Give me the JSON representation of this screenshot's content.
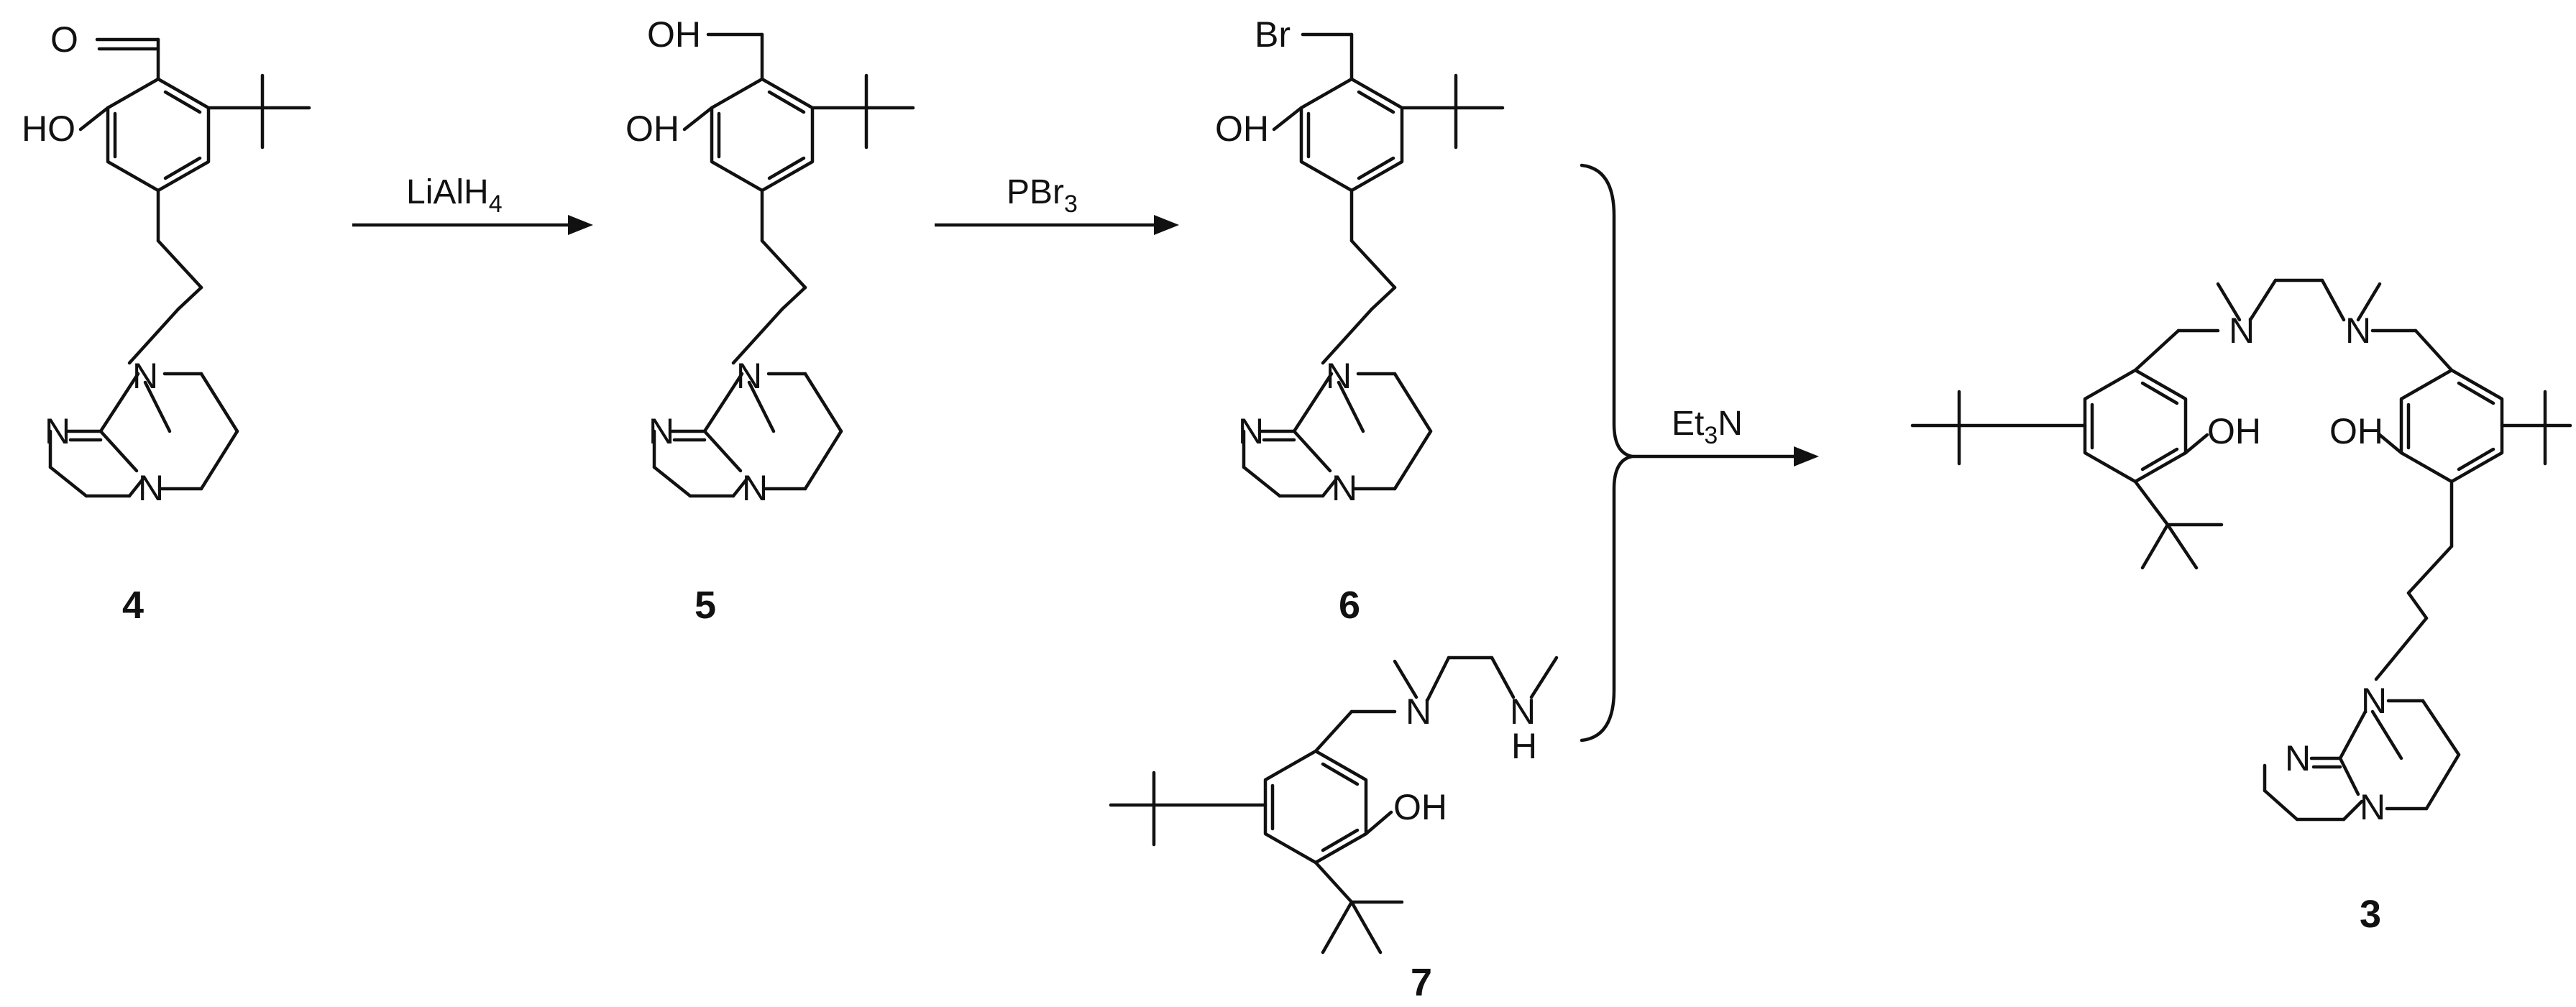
{
  "scheme": {
    "compounds": [
      {
        "id": "4",
        "label": "4",
        "atoms": {
          "aldehyde_O": "O",
          "phenol": "HO",
          "n_amine": "N",
          "n_imine": "N",
          "n_ring": "N"
        }
      },
      {
        "id": "5",
        "label": "5",
        "atoms": {
          "alcohol": "OH",
          "phenol": "OH",
          "n_amine": "N",
          "n_imine": "N",
          "n_ring": "N"
        }
      },
      {
        "id": "6",
        "label": "6",
        "atoms": {
          "bromide": "Br",
          "phenol": "OH",
          "n_amine": "N",
          "n_imine": "N",
          "n_ring": "N"
        }
      },
      {
        "id": "7",
        "label": "7",
        "atoms": {
          "n_tert": "N",
          "n_sec": "N",
          "h_sec": "H",
          "phenol": "OH"
        }
      },
      {
        "id": "3",
        "label": "3",
        "atoms": {
          "n_left": "N",
          "n_right": "N",
          "phenol_left": "OH",
          "phenol_right": "OH",
          "n_amine": "N",
          "n_imine": "N",
          "n_ring": "N"
        }
      }
    ],
    "reagents": {
      "step1": {
        "main": "LiAlH",
        "sub": "4"
      },
      "step2": {
        "main": "PBr",
        "sub": "3"
      },
      "step3": {
        "pre": "Et",
        "sub": "3",
        "post": "N"
      }
    },
    "colors": {
      "ink": "#111111",
      "background": "#ffffff"
    }
  }
}
